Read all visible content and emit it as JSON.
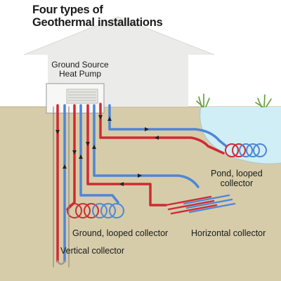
{
  "diagram": {
    "title_line1": "Four types of",
    "title_line2": "Geothermal installations",
    "heat_pump_label_line1": "Ground Source",
    "heat_pump_label_line2": "Heat Pump",
    "pond_label_line1": "Pond, looped",
    "pond_label_line2": "collector",
    "ground_label": "Ground, looped collector",
    "horizontal_label": "Horizontal collector",
    "vertical_label": "Vertical collector"
  },
  "colors": {
    "supply_pipe": "#cf2a33",
    "return_pipe": "#4f86d6",
    "soil": "#d6cca9",
    "house": "#ebebe9",
    "pond_water": "#cfeef6",
    "grass": "#5f9a2d",
    "arrow": "#222222"
  }
}
